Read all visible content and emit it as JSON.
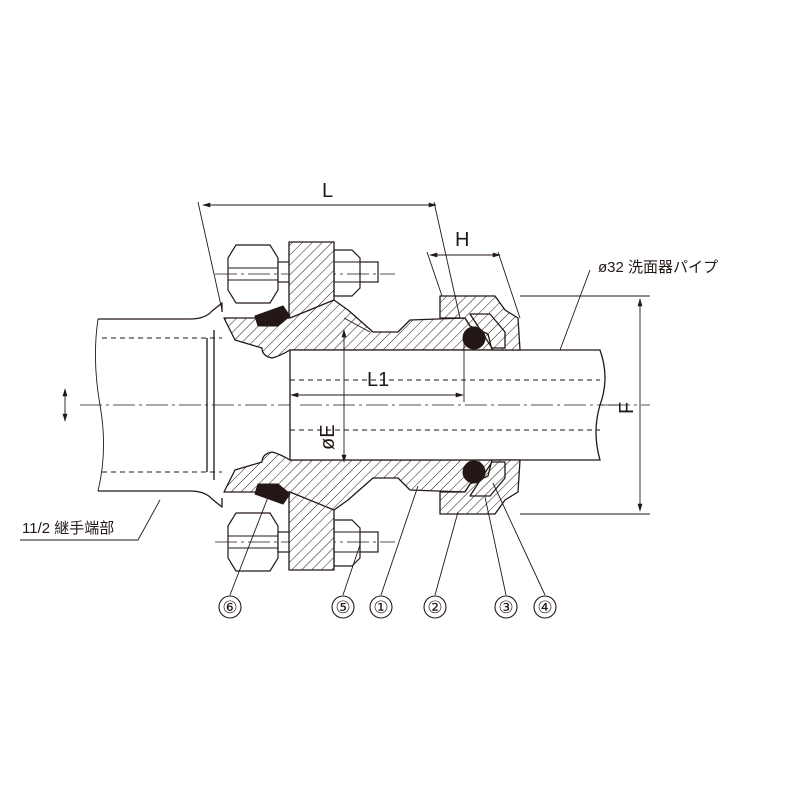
{
  "labels": {
    "dim_L": "L",
    "dim_H": "H",
    "dim_L1": "L1",
    "dim_E": "øE",
    "dim_F": "F",
    "pipe_note": "ø32 洗面器パイプ",
    "joint_note": "11/2 継手端部"
  },
  "parts": [
    {
      "id": "part-6",
      "label": "⑥"
    },
    {
      "id": "part-5",
      "label": "⑤"
    },
    {
      "id": "part-1",
      "label": "①"
    },
    {
      "id": "part-2",
      "label": "②"
    },
    {
      "id": "part-3",
      "label": "③"
    },
    {
      "id": "part-4",
      "label": "④"
    }
  ],
  "colors": {
    "line": "#231815",
    "background": "#ffffff"
  }
}
